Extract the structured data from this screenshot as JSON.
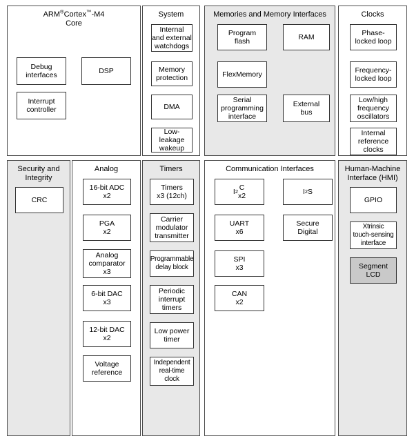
{
  "diagram": {
    "title": "Kinetis MCU block diagram",
    "colors": {
      "panel_border": "#4a4a4a",
      "block_border": "#333333",
      "panel_shaded_bg": "#e8e8e8",
      "panel_white_bg": "#ffffff",
      "block_filled_bg": "#c9c9c9",
      "text": "#000000"
    },
    "panels": [
      {
        "id": "arm-core",
        "title": "ARM® Cortex™-M4 Core",
        "title_line1": "ARM",
        "title_sym1": "®",
        "title_line1b": "Cortex",
        "title_sym2": "™",
        "title_line1c": "-M4",
        "title_line2": "Core",
        "shaded": false,
        "blocks": [
          {
            "label": "Debug\ninterfaces",
            "filled": false
          },
          {
            "label": "DSP",
            "filled": false
          },
          {
            "label": "Interrupt\ncontroller",
            "filled": false
          }
        ]
      },
      {
        "id": "system",
        "title": "System",
        "shaded": false,
        "blocks": [
          {
            "label": "Internal\nand external\nwatchdogs",
            "filled": false
          },
          {
            "label": "Memory\nprotection",
            "filled": false
          },
          {
            "label": "DMA",
            "filled": false
          },
          {
            "label": "Low-leakage\nwakeup",
            "filled": false
          }
        ]
      },
      {
        "id": "memories",
        "title": "Memories and Memory Interfaces",
        "shaded": true,
        "blocks": [
          {
            "label": "Program\nflash",
            "filled": false
          },
          {
            "label": "RAM",
            "filled": false
          },
          {
            "label": "FlexMemory",
            "filled": false
          },
          {
            "label": "Serial\nprogramming\ninterface",
            "filled": false
          },
          {
            "label": "External\nbus",
            "filled": false
          }
        ]
      },
      {
        "id": "clocks",
        "title": "Clocks",
        "shaded": false,
        "blocks": [
          {
            "label": "Phase-\nlocked loop",
            "filled": false
          },
          {
            "label": "Frequency-\nlocked loop",
            "filled": false
          },
          {
            "label": "Low/high\nfrequency\noscillators",
            "filled": false
          },
          {
            "label": "Internal\nreference\nclocks",
            "filled": false
          }
        ]
      },
      {
        "id": "security",
        "title": "Security\nand Integrity",
        "shaded": true,
        "blocks": [
          {
            "label": "CRC",
            "filled": false
          }
        ]
      },
      {
        "id": "analog",
        "title": "Analog",
        "shaded": false,
        "blocks": [
          {
            "label": "16-bit ADC\nx2",
            "filled": false
          },
          {
            "label": "PGA\nx2",
            "filled": false
          },
          {
            "label": "Analog\ncomparator\nx3",
            "filled": false
          },
          {
            "label": "6-bit DAC\nx3",
            "filled": false
          },
          {
            "label": "12-bit DAC\nx2",
            "filled": false
          },
          {
            "label": "Voltage\nreference",
            "filled": false
          }
        ]
      },
      {
        "id": "timers",
        "title": "Timers",
        "shaded": true,
        "blocks": [
          {
            "label": "Timers\nx3 (12ch)",
            "filled": false
          },
          {
            "label": "Carrier\nmodulator\ntransmitter",
            "filled": false
          },
          {
            "label": "Programmable\ndelay block",
            "filled": false
          },
          {
            "label": "Periodic\ninterrupt\ntimers",
            "filled": false
          },
          {
            "label": "Low power\ntimer",
            "filled": false
          },
          {
            "label": "Independent\nreal-time\nclock",
            "filled": false
          }
        ]
      },
      {
        "id": "communication",
        "title": "Communication Interfaces",
        "shaded": false,
        "blocks": [
          {
            "label": "I²C\nx2",
            "filled": false
          },
          {
            "label": "I²S",
            "filled": false
          },
          {
            "label": "UART\nx6",
            "filled": false
          },
          {
            "label": "Secure\nDigital",
            "filled": false
          },
          {
            "label": "SPI\nx3",
            "filled": false
          },
          {
            "label": "CAN\nx2",
            "filled": false
          }
        ]
      },
      {
        "id": "hmi",
        "title": "Human-Machine\nInterface (HMI)",
        "shaded": true,
        "blocks": [
          {
            "label": "GPIO",
            "filled": false
          },
          {
            "label": "Xtrinsic\ntouch-sensing\ninterface",
            "filled": false
          },
          {
            "label": "Segment\nLCD",
            "filled": true
          }
        ]
      }
    ]
  }
}
